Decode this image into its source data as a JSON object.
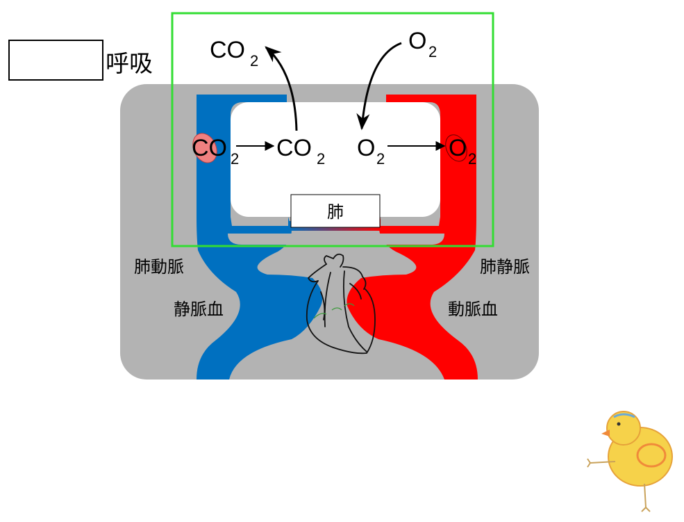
{
  "title": {
    "blank_box": "",
    "suffix": "呼吸"
  },
  "organ": {
    "lung": "肺"
  },
  "labels": {
    "pulmonary_artery": "肺動脈",
    "pulmonary_vein": "肺静脈",
    "venous_blood": "静脈血",
    "arterial_blood": "動脈血"
  },
  "gases": {
    "co2_main": "CO",
    "co2_sub": "2",
    "o2_main": "O",
    "o2_sub": "2"
  },
  "colors": {
    "venous": "#0070c0",
    "arterial": "#ff0000",
    "panel": "#b3b3b3",
    "highlight_box": "#33dd33"
  },
  "icons": {
    "heart": "heart-sketch-icon",
    "chick": "chick-mascot-icon",
    "red_blood_cell": "red-blood-cell-icon"
  }
}
